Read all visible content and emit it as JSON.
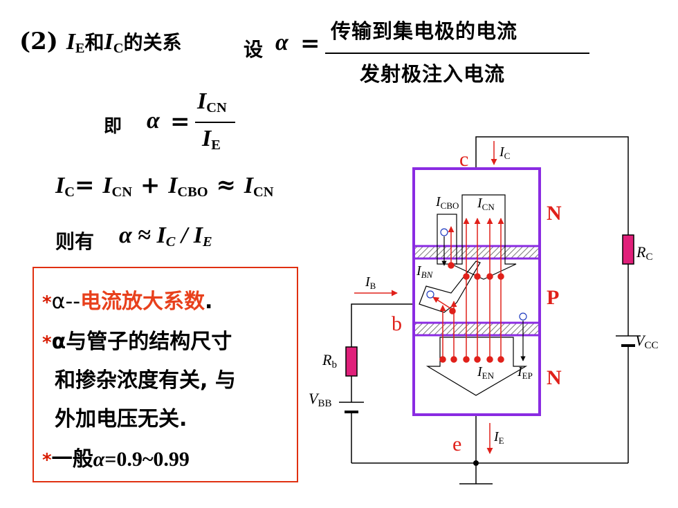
{
  "heading": {
    "num": "(2)",
    "ie": "I",
    "ie_sub": "E",
    "he": "和",
    "ic": "I",
    "ic_sub": "C",
    "rel": "的关系",
    "she": "设",
    "alpha": "α",
    "eq": "=",
    "numerator": "传输到集电极的电流",
    "denominator": "发射极注入电流"
  },
  "line2": {
    "ji": "即",
    "alpha": "α",
    "eq": "=",
    "num": "I",
    "num_sub": "CN",
    "den": "I",
    "den_sub": "E"
  },
  "line3": {
    "lhs": "I",
    "lhs_sub": "C",
    "eq": "=",
    "a": "I",
    "a_sub": "CN",
    "plus": "+",
    "b": "I",
    "b_sub": "CBO",
    "approx": "≈",
    "c": "I",
    "c_sub": "CN"
  },
  "line4": {
    "zeyou": "则有",
    "alpha": "α",
    "approx": "≈",
    "ic": "I",
    "ic_sub": "C",
    "slash": "/",
    "ie": "I",
    "ie_sub": "E"
  },
  "notes": {
    "star": "*",
    "n1_a": "α--",
    "n1_b": "电流放大系数",
    "n1_c": ".",
    "n2_l1": "α与管子的结构尺寸",
    "n2_l2": "和掺杂浓度有关, 与",
    "n2_l3": "外加电压无关.",
    "n3_a": "一般",
    "n3_alpha": "α",
    "n3_b": "=0.9~0.99"
  },
  "diagram": {
    "c": "c",
    "b": "b",
    "e": "e",
    "N_top": "N",
    "P": "P",
    "N_bot": "N",
    "IC": "I",
    "IC_sub": "C",
    "IB": "I",
    "IB_sub": "B",
    "IE": "I",
    "IE_sub": "E",
    "ICBO": "I",
    "ICBO_sub": "CBO",
    "ICN": "I",
    "ICN_sub": "CN",
    "IBN": "I",
    "IBN_sub": "BN",
    "IEN": "I",
    "IEN_sub": "EN",
    "IEP": "I",
    "IEP_sub": "EP",
    "RC": "R",
    "RC_sub": "C",
    "Rb": "R",
    "Rb_sub": "b",
    "VCC": "V",
    "VCC_sub": "CC",
    "VBB": "V",
    "VBB_sub": "BB"
  },
  "colors": {
    "purple": "#8a2be2",
    "red": "#e0201a",
    "pink": "#e0207a",
    "orange_red": "#e8401c"
  }
}
